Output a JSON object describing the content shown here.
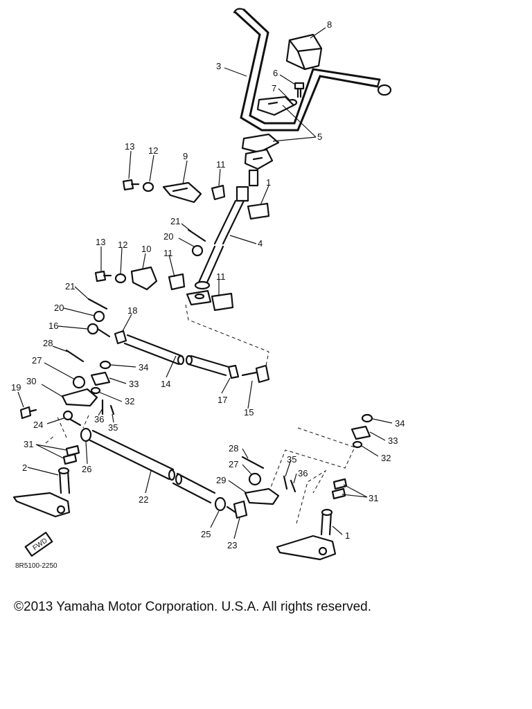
{
  "diagram": {
    "drawing_code": "8R5100-2250",
    "fwd_marker": "FWD",
    "callouts": [
      "8",
      "3",
      "6",
      "7",
      "5",
      "13",
      "12",
      "9",
      "11",
      "1",
      "21",
      "20",
      "4",
      "13",
      "12",
      "10",
      "11",
      "11",
      "21",
      "20",
      "16",
      "18",
      "28",
      "34",
      "27",
      "33",
      "14",
      "17",
      "15",
      "30",
      "32",
      "19",
      "36",
      "35",
      "24",
      "31",
      "26",
      "2",
      "22",
      "34",
      "33",
      "32",
      "28",
      "35",
      "27",
      "36",
      "29",
      "31",
      "25",
      "23",
      "1"
    ]
  },
  "footer": {
    "copyright": "©2013 Yamaha Motor Corporation. U.S.A. All rights reserved."
  }
}
